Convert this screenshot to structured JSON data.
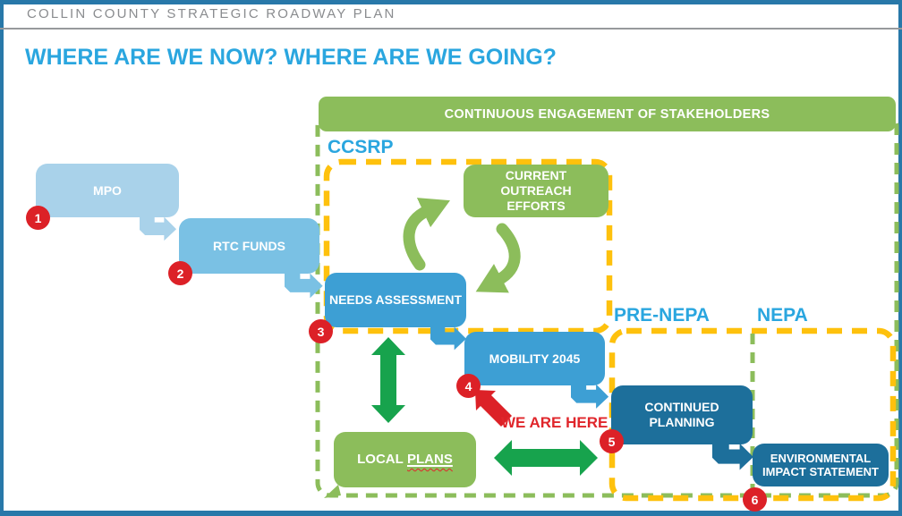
{
  "page": {
    "header": "COLLIN COUNTY STRATEGIC ROADWAY PLAN",
    "title": "WHERE ARE WE NOW? WHERE ARE WE GOING?"
  },
  "banner": {
    "label": "CONTINUOUS ENGAGEMENT OF STAKEHOLDERS"
  },
  "regions": {
    "ccsrp": "CCSRP",
    "pre_nepa": "PRE-NEPA",
    "nepa": "NEPA"
  },
  "boxes": {
    "mpo": {
      "label": "MPO",
      "step": "1"
    },
    "rtc_funds": {
      "label": "RTC FUNDS",
      "step": "2"
    },
    "needs_assessment": {
      "label": "NEEDS ASSESSMENT",
      "step": "3"
    },
    "current_outreach": {
      "label": "CURRENT OUTREACH EFFORTS"
    },
    "mobility_2045": {
      "label": "MOBILITY 2045",
      "step": "4"
    },
    "local_plans": {
      "prefix": "LOCAL",
      "underlined": "PLANS"
    },
    "continued_planning": {
      "label": "CONTINUED PLANNING",
      "step": "5"
    },
    "environmental_impact_statement": {
      "label": "ENVIRONMENTAL IMPACT STATEMENT",
      "step": "6"
    }
  },
  "annotations": {
    "we_are_here": "WE ARE HERE"
  },
  "colors": {
    "slide_border": "#2878A9",
    "header_text": "#8A8C8F",
    "accent_blue": "#2AA6DF",
    "region_green": "#8CBD5B",
    "arrow_green": "#17A34D",
    "dash_yellow": "#FEC10D",
    "red": "#DC2127",
    "box_pale_blue": "#A9D2EA",
    "box_light_blue": "#7AC1E4",
    "box_blue": "#3D9FD4",
    "box_dark_blue": "#1D6F9B"
  }
}
